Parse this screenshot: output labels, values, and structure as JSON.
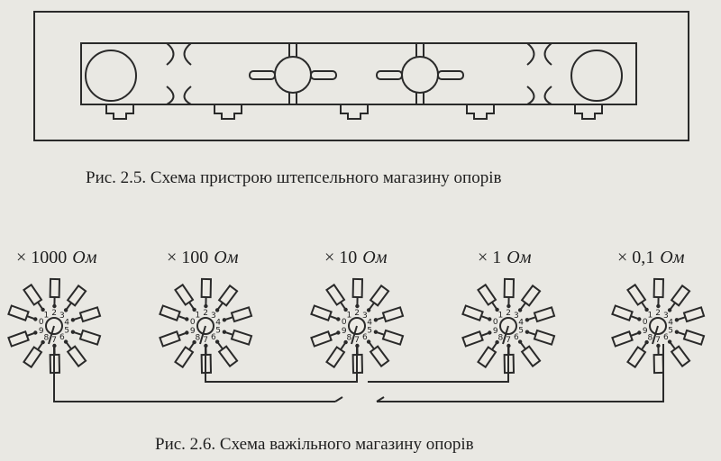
{
  "figure_2_5": {
    "caption": "Рис. 2.5. Схема пристрою штепсельного магазину опорів"
  },
  "figure_2_6": {
    "caption": "Рис. 2.6. Схема важільного магазину опорів",
    "decades": [
      {
        "factor": "× 1000",
        "unit": "Ом"
      },
      {
        "factor": "× 100",
        "unit": "Ом"
      },
      {
        "factor": "× 10",
        "unit": "Ом"
      },
      {
        "factor": "× 1",
        "unit": "Ом"
      },
      {
        "factor": "× 0,1",
        "unit": "Ом"
      }
    ],
    "contact_numbers": [
      "0",
      "1",
      "2",
      "3",
      "4",
      "5",
      "6",
      "7",
      "8",
      "9"
    ]
  }
}
